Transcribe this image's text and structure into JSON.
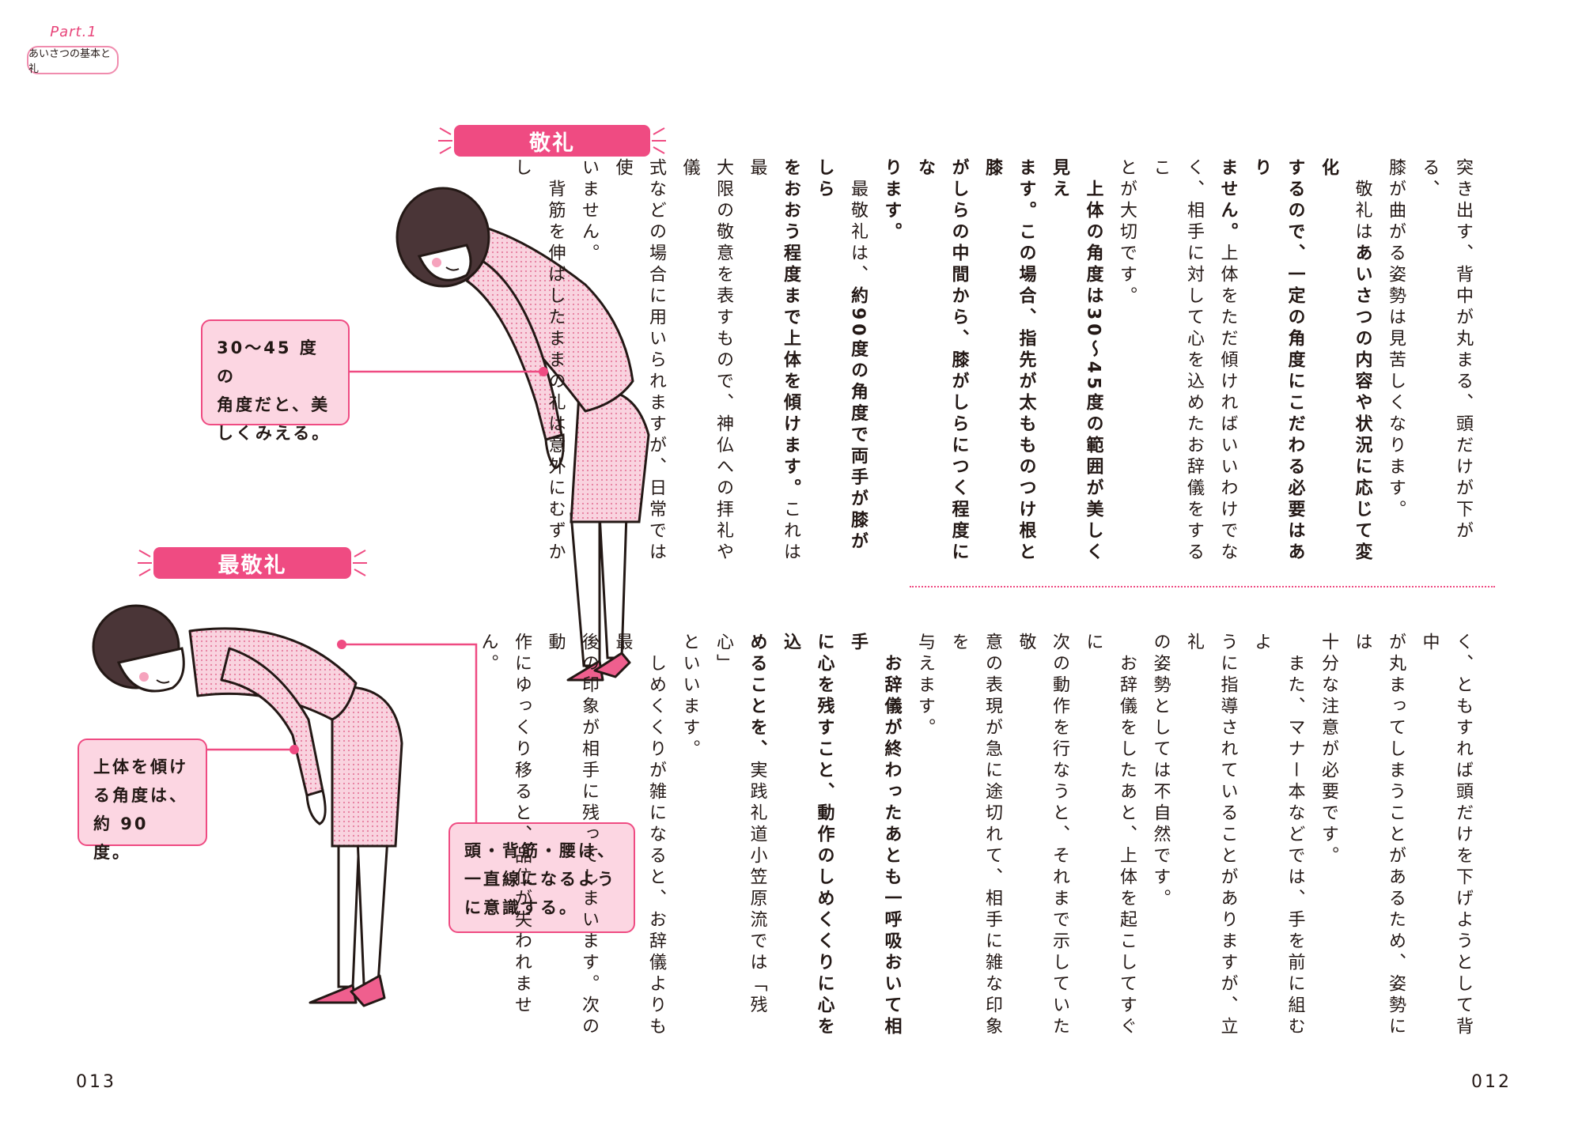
{
  "part_tab": {
    "part": "Part.1",
    "chapter": "あいさつの基本と礼"
  },
  "banners": {
    "keirei": "敬礼",
    "saikeirei": "最敬礼"
  },
  "callouts": {
    "angle_30_45": [
      "30〜45 度 の",
      "角度だと、美",
      "しくみえる。"
    ],
    "angle_90": [
      "上体を傾け",
      "る角度は、",
      "約 90 度。"
    ],
    "straight_line": [
      "頭・背筋・腰は、",
      "一直線になるよう",
      "に意識する。"
    ]
  },
  "upper_text": [
    [
      "突き出す、背中が丸まる、頭だけが下がる、"
    ],
    [
      "膝が曲がる姿勢は見苦しくなります。"
    ],
    [
      "　敬礼は",
      {
        "b": "あいさつの内容や状況に応じて変化"
      }
    ],
    [
      {
        "b": "するので、一定の角度にこだわる必要はあり"
      }
    ],
    [
      {
        "b": "ません。"
      },
      "上体をただ傾ければいいわけでな"
    ],
    [
      "く、相手に対して心を込めたお辞儀をするこ"
    ],
    [
      "とが大切です。"
    ],
    [
      "　",
      {
        "b": "上体の角度は30〜45度の範囲が美しく見え"
      }
    ],
    [
      {
        "b": "ます。この場合、指先が太もものつけ根と膝"
      }
    ],
    [
      {
        "b": "がしらの中間から、膝がしらにつく程度にな"
      }
    ],
    [
      {
        "b": "ります。"
      }
    ],
    [
      "　最敬礼は、",
      {
        "b": "約90度の角度で両手が膝がしら"
      }
    ],
    [
      {
        "b": "をおおう程度まで上体を傾けます。"
      },
      "これは最"
    ],
    [
      "大限の敬意を表すもので、神仏への拝礼や儀"
    ],
    [
      "式などの場合に用いられますが、日常では使"
    ],
    [
      "いません。"
    ],
    [
      "　背筋を伸ばしたままの礼は意外にむずかし"
    ]
  ],
  "lower_text": [
    [
      "く、ともすれば頭だけを下げようとして背中"
    ],
    [
      "が丸まってしまうことがあるため、姿勢には"
    ],
    [
      "十分な注意が必要です。"
    ],
    [
      "　また、マナー本などでは、手を前に組むよ"
    ],
    [
      "うに指導されていることがありますが、立礼"
    ],
    [
      "の姿勢としては不自然です。"
    ],
    [
      "　お辞儀をしたあと、上体を起こしてすぐに"
    ],
    [
      "次の動作を行なうと、それまで示していた敬"
    ],
    [
      "意の表現が急に途切れて、相手に雑な印象を"
    ],
    [
      "与えます。"
    ],
    [
      "　",
      {
        "b": "お辞儀が終わったあとも一呼吸おいて相手"
      }
    ],
    [
      {
        "b": "に心を残すこと、動作のしめくくりに心を込"
      }
    ],
    [
      {
        "b": "めることを、"
      },
      "実践礼道小笠原流では「残心」"
    ],
    [
      "といいます。"
    ],
    [
      "　しめくくりが雑になると、お辞儀よりも最"
    ],
    [
      "後の印象が相手に残ってしまいます。次の動"
    ],
    [
      "作にゆっくり移ると、品位が失われません。"
    ]
  ],
  "page_numbers": {
    "left": "013",
    "right": "012"
  },
  "colors": {
    "accent": "#ef4b82",
    "callout_bg": "#fcd6e2",
    "suit": "#f7c9d8",
    "hair": "#4a3537",
    "shoe": "#ef5f8e"
  }
}
